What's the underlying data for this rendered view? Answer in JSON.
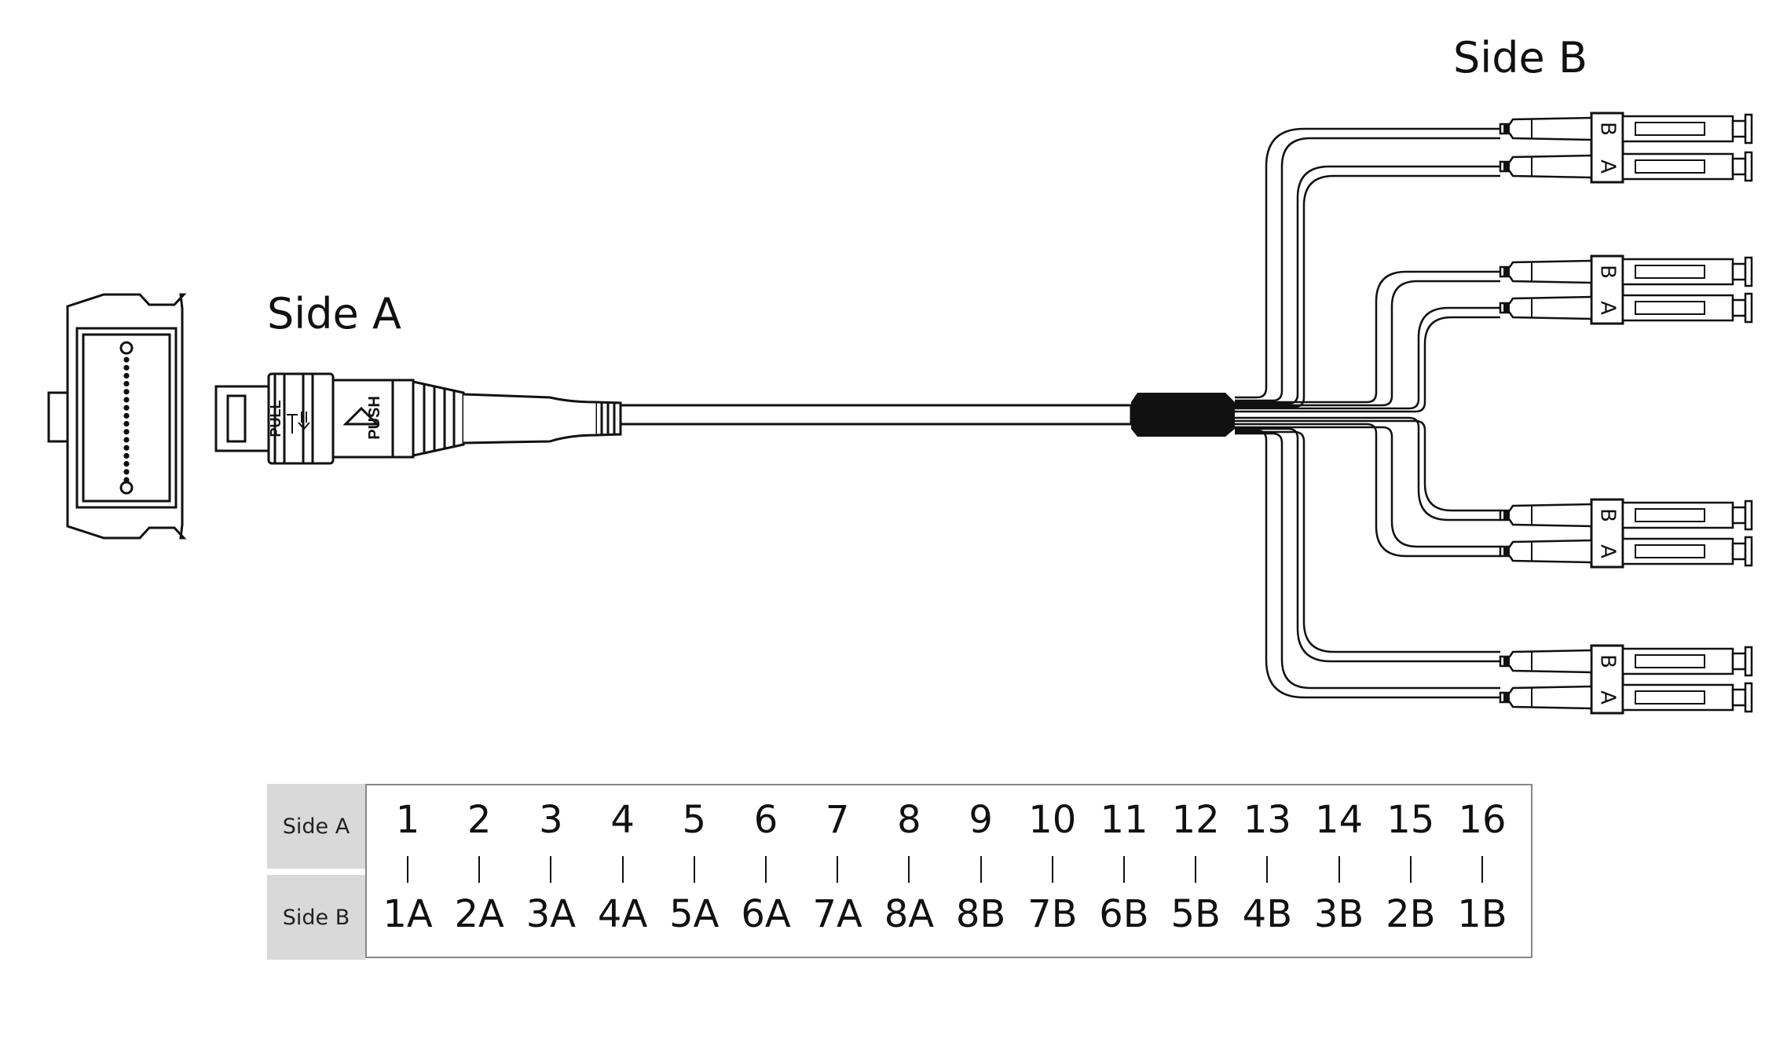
{
  "labels": {
    "side_a": "Side A",
    "side_b": "Side B"
  },
  "connector": {
    "pull_text": "PULL",
    "push_text": "PUSH"
  },
  "lc_duplex": {
    "upper_letter": "B",
    "lower_letter": "A"
  },
  "mapping": {
    "row_a_header": "Side A",
    "row_b_header": "Side B",
    "pairs": [
      {
        "a": "1",
        "b": "1A"
      },
      {
        "a": "2",
        "b": "2A"
      },
      {
        "a": "3",
        "b": "3A"
      },
      {
        "a": "4",
        "b": "4A"
      },
      {
        "a": "5",
        "b": "5A"
      },
      {
        "a": "6",
        "b": "6A"
      },
      {
        "a": "7",
        "b": "7A"
      },
      {
        "a": "8",
        "b": "8A"
      },
      {
        "a": "9",
        "b": "8B"
      },
      {
        "a": "10",
        "b": "7B"
      },
      {
        "a": "11",
        "b": "6B"
      },
      {
        "a": "12",
        "b": "5B"
      },
      {
        "a": "13",
        "b": "4B"
      },
      {
        "a": "14",
        "b": "3B"
      },
      {
        "a": "15",
        "b": "2B"
      },
      {
        "a": "16",
        "b": "1B"
      }
    ]
  }
}
